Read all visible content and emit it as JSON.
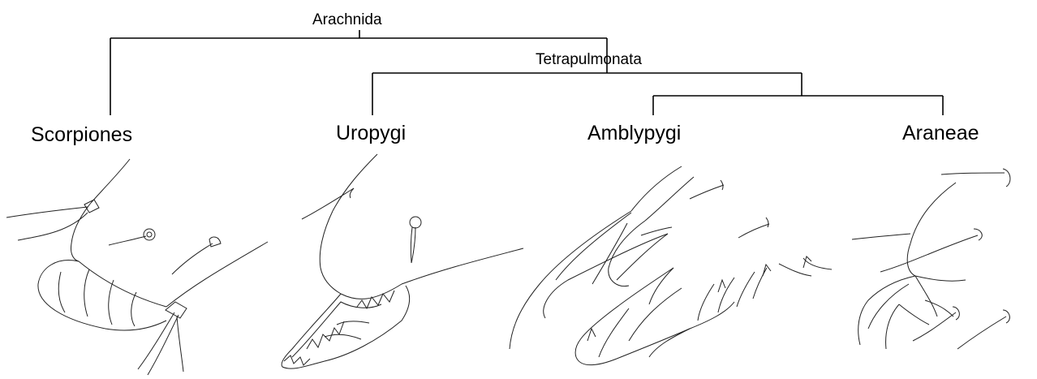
{
  "tree": {
    "root_label": "Arachnida",
    "inner_label": "Tetrapulmonata",
    "taxa": [
      "Scorpiones",
      "Uropygi",
      "Amblypygi",
      "Araneae"
    ]
  },
  "colors": {
    "line": "#000000",
    "drawing": "#222222",
    "background": "#ffffff"
  }
}
